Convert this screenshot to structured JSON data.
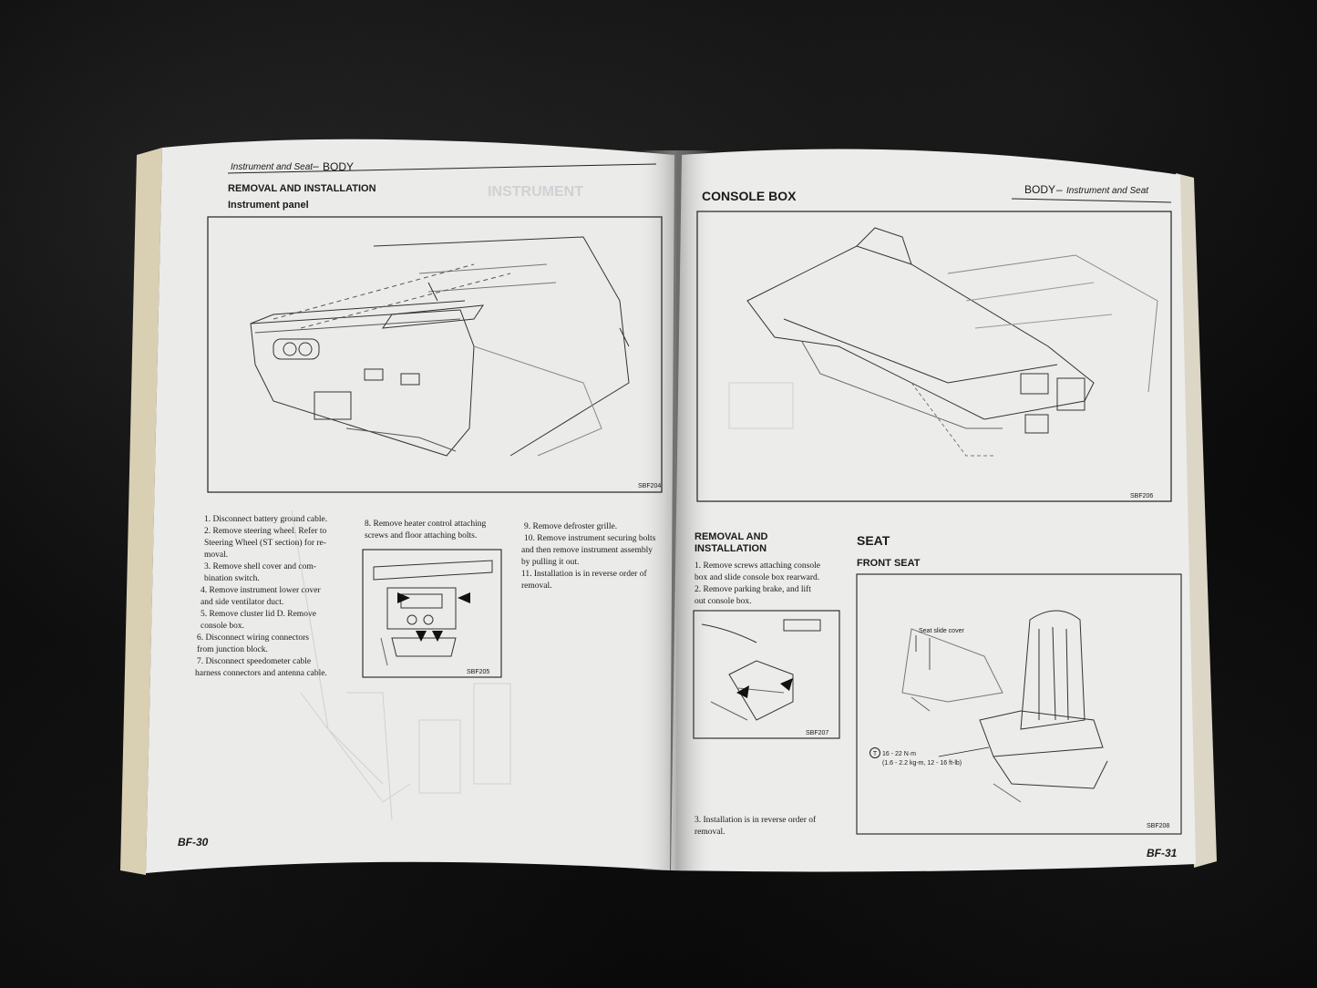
{
  "left_page": {
    "header_section": "Instrument and Seat",
    "header_dash": "–",
    "header_chapter": "BODY",
    "ghost_heading": "INSTRUMENT",
    "heading": "REMOVAL AND INSTALLATION",
    "subheading": "Instrument panel",
    "figure_main": "SBF204",
    "figure_small": "SBF205",
    "steps_col1": [
      "1.  Disconnect battery ground cable.",
      "2.  Remove steering wheel. Refer to",
      "Steering Wheel (ST section) for re-",
      "moval.",
      "3.  Remove shell cover and com-",
      "bination switch.",
      "4.  Remove instrument lower cover",
      "and side ventilator duct.",
      "5.  Remove cluster lid D. Remove",
      "console box.",
      "6.  Disconnect wiring connectors",
      "from junction block.",
      "7.  Disconnect speedometer cable",
      "harness connectors and antenna cable."
    ],
    "steps_col2": [
      "8.  Remove heater control attaching",
      "screws and floor attaching bolts."
    ],
    "steps_col3": [
      "9.  Remove defroster grille.",
      "10. Remove instrument securing bolts",
      "and then remove instrument assembly",
      "by pulling it out.",
      "11. Installation is in reverse order of",
      "removal."
    ],
    "page_number": "BF-30"
  },
  "right_page": {
    "heading": "CONSOLE BOX",
    "header_chapter": "BODY",
    "header_dash": "–",
    "header_section": "Instrument and Seat",
    "figure_main": "SBF206",
    "removal_heading_1": "REMOVAL AND",
    "removal_heading_2": "INSTALLATION",
    "removal_steps": [
      "1.  Remove screws attaching console",
      "box and slide console box rearward.",
      "2.  Remove parking brake, and lift",
      "out console box."
    ],
    "figure_console": "SBF207",
    "step_3": [
      "3.  Installation is in reverse order of",
      "removal."
    ],
    "seat_heading": "SEAT",
    "front_seat_heading": "FRONT SEAT",
    "seat_callout": "Seat slide cover",
    "torque_symbol": "T",
    "torque_line1": "16 - 22 N·m",
    "torque_line2": "(1.6 - 2.2 kg-m, 12 - 16 ft-lb)",
    "figure_seat": "SBF208",
    "page_number": "BF-31"
  },
  "colors": {
    "paper": "#ebebea",
    "ink": "#1a1a1a",
    "background": "#0b0b0b"
  }
}
